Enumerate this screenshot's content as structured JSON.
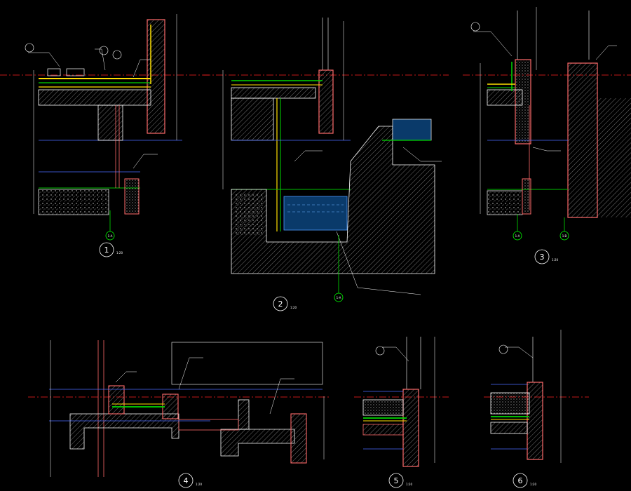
{
  "details": [
    {
      "id": "1",
      "label": "1",
      "scale": "1:20"
    },
    {
      "id": "2",
      "label": "2",
      "scale": "1:20"
    },
    {
      "id": "3",
      "label": "3",
      "scale": "1:20"
    },
    {
      "id": "4",
      "label": "4",
      "scale": "1:20"
    },
    {
      "id": "5",
      "label": "5",
      "scale": "1:20"
    },
    {
      "id": "6",
      "label": "6",
      "scale": "1:20"
    }
  ],
  "colors": {
    "background": "#000000",
    "concrete_outline": "#ff6a6a",
    "waterproof_layer": "#00d800",
    "insulation_layer": "#ffe000",
    "leader_lines": "#ffffff",
    "dimension_lines": "#ffffff",
    "axis_line": "#ff2020",
    "grid_lines": "#4a6cff",
    "axis_bubble": "#00ff00",
    "water_fill": "#0a3a6a"
  }
}
